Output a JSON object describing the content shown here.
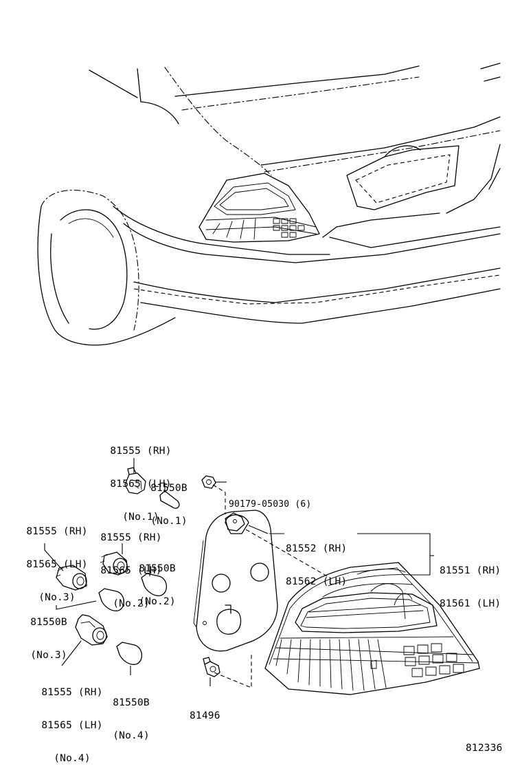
{
  "labels": {
    "p81555_no1": {
      "l1": "81555 (RH)",
      "l2": "81565 (LH)",
      "l3": "(No.1)"
    },
    "p81550b_no1": {
      "l1": "81550B",
      "l2": "(No.1)"
    },
    "p90179": {
      "l1": "90179-05030 (6)"
    },
    "p81555_no3": {
      "l1": "81555 (RH)",
      "l2": "81565 (LH)",
      "l3": "(No.3)"
    },
    "p81555_no2": {
      "l1": "81555 (RH)",
      "l2": "81565 (LH)",
      "l3": "(No.2)"
    },
    "p81550b_no2": {
      "l1": "81550B",
      "l2": "(No.2)"
    },
    "p81552": {
      "l1": "81552 (RH)",
      "l2": "81562 (LH)"
    },
    "p81551": {
      "l1": "81551 (RH)",
      "l2": "81561 (LH)"
    },
    "p81550b_no3": {
      "l1": "81550B",
      "l2": "(No.3)"
    },
    "p81555_no4": {
      "l1": "81555 (RH)",
      "l2": "81565 (LH)",
      "l3": "(No.4)"
    },
    "p81550b_no4": {
      "l1": "81550B",
      "l2": "(No.4)"
    },
    "p81496": {
      "l1": "81496"
    },
    "figure_number": "812336"
  }
}
